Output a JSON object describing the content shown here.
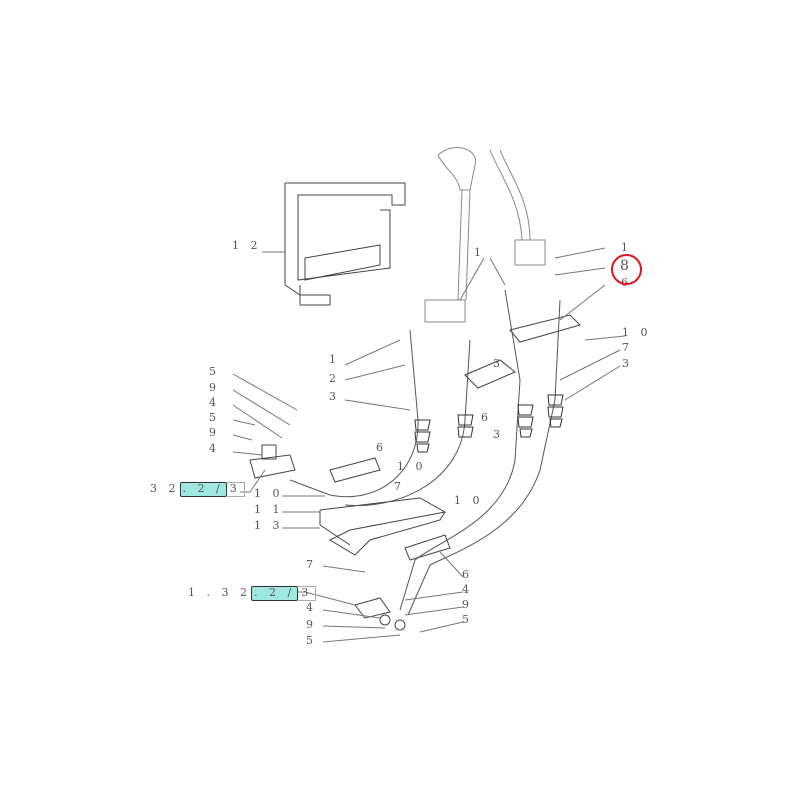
{
  "diagram": {
    "callouts": [
      "1 2",
      "1",
      "1",
      "8",
      "6",
      "1 0",
      "7",
      "3",
      "1",
      "2",
      "3",
      "5",
      "9",
      "4",
      "5",
      "9",
      "4",
      "6",
      "1 0",
      "7",
      "1 0",
      "3",
      "6",
      "1 0",
      "1 1",
      "1 3",
      "7",
      "6",
      "4",
      "9",
      "5",
      "4",
      "9",
      "5",
      "3"
    ],
    "highlighted_callout": "8",
    "highlight_color": "#e0141c",
    "references": [
      {
        "prefix": "3 2",
        "link": ". 2 /",
        "suffix": "3"
      },
      {
        "prefix": "1 . 3 2",
        "link": ". 2 /",
        "suffix": "3"
      }
    ],
    "reference_color": "#9fe8df"
  }
}
